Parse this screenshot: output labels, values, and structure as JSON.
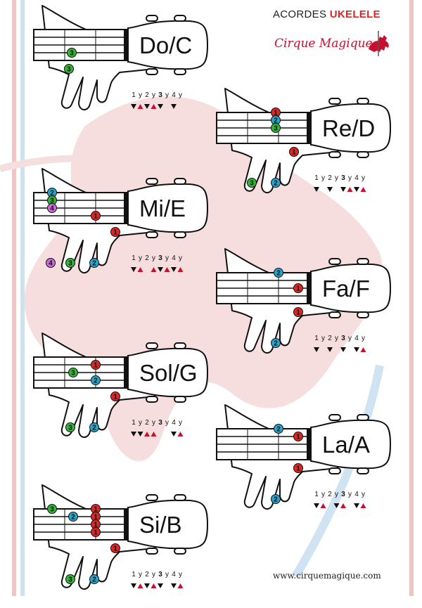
{
  "header": {
    "title_plain": "ACORDES",
    "title_bold": "UKELELE",
    "brand": "Cirque Magique",
    "logo_icon": "carousel-horse-icon"
  },
  "footer": {
    "url": "www.cirquemagique.com"
  },
  "colors": {
    "finger_1": "#e02424",
    "finger_2": "#29a3c9",
    "finger_3": "#34b53a",
    "finger_4": "#c86dd7",
    "strum_dark": "#111111",
    "strum_red": "#c8102e",
    "watermark": "#f3d3d3"
  },
  "strum_labels": [
    "1",
    "y",
    "2",
    "y",
    "3",
    "y",
    "4",
    "y"
  ],
  "chords": [
    {
      "id": "do",
      "name_main": "Do",
      "name_alt": "C",
      "strum": [
        "down",
        "up",
        "down",
        "up",
        "down",
        "",
        "down",
        ""
      ]
    },
    {
      "id": "re",
      "name_main": "Re",
      "name_alt": "D",
      "strum": [
        "down",
        "",
        "down",
        "",
        "down",
        "up",
        "down",
        "up"
      ]
    },
    {
      "id": "mi",
      "name_main": "Mi",
      "name_alt": "E",
      "strum": [
        "down",
        "up",
        "",
        "up",
        "down",
        "up",
        "down",
        "up"
      ]
    },
    {
      "id": "fa",
      "name_main": "Fa",
      "name_alt": "F",
      "strum": [
        "down",
        "",
        "down",
        "",
        "down",
        "",
        "down",
        "up"
      ]
    },
    {
      "id": "sol",
      "name_main": "Sol",
      "name_alt": "G",
      "strum": [
        "down",
        "down",
        "up",
        "up",
        "",
        "",
        "down",
        "up"
      ]
    },
    {
      "id": "la",
      "name_main": "La",
      "name_alt": "A",
      "strum": [
        "down",
        "up",
        "",
        "down",
        "up",
        "",
        "down",
        "up"
      ]
    },
    {
      "id": "si",
      "name_main": "Si",
      "name_alt": "B",
      "strum": [
        "down",
        "up",
        "down",
        "up",
        "down",
        "",
        "down",
        "up"
      ]
    }
  ]
}
